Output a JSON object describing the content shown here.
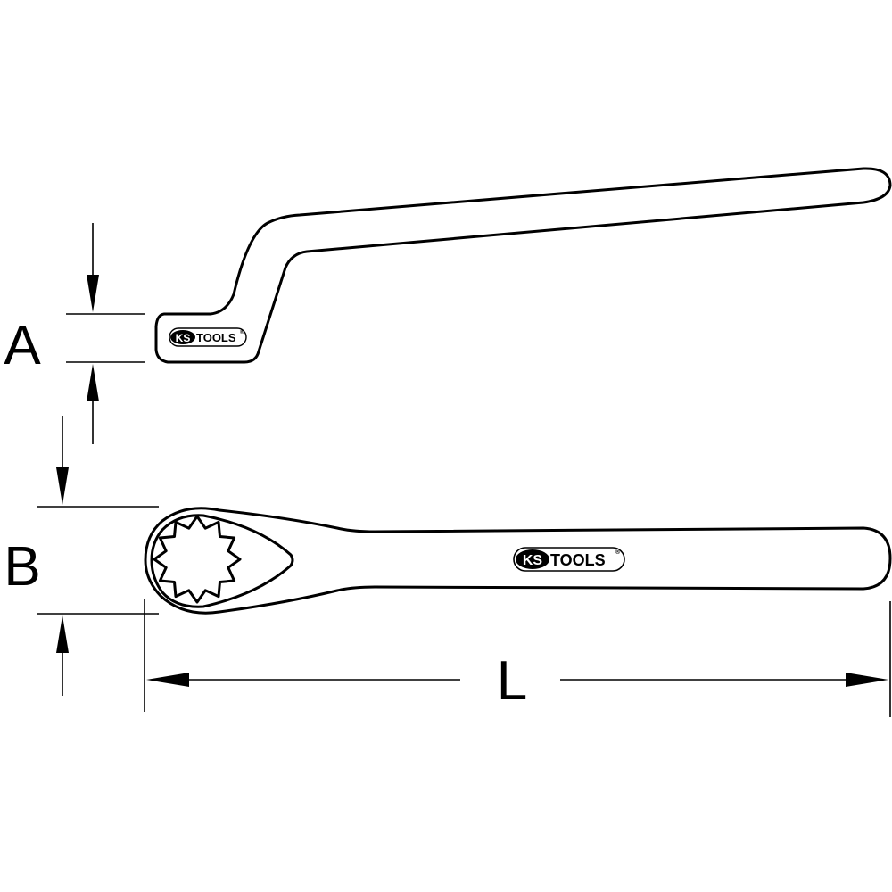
{
  "dimensions": {
    "a_label": "A",
    "b_label": "B",
    "l_label": "L"
  },
  "logo": {
    "ks": "KS",
    "tools": "TOOLS",
    "registered": "®"
  }
}
